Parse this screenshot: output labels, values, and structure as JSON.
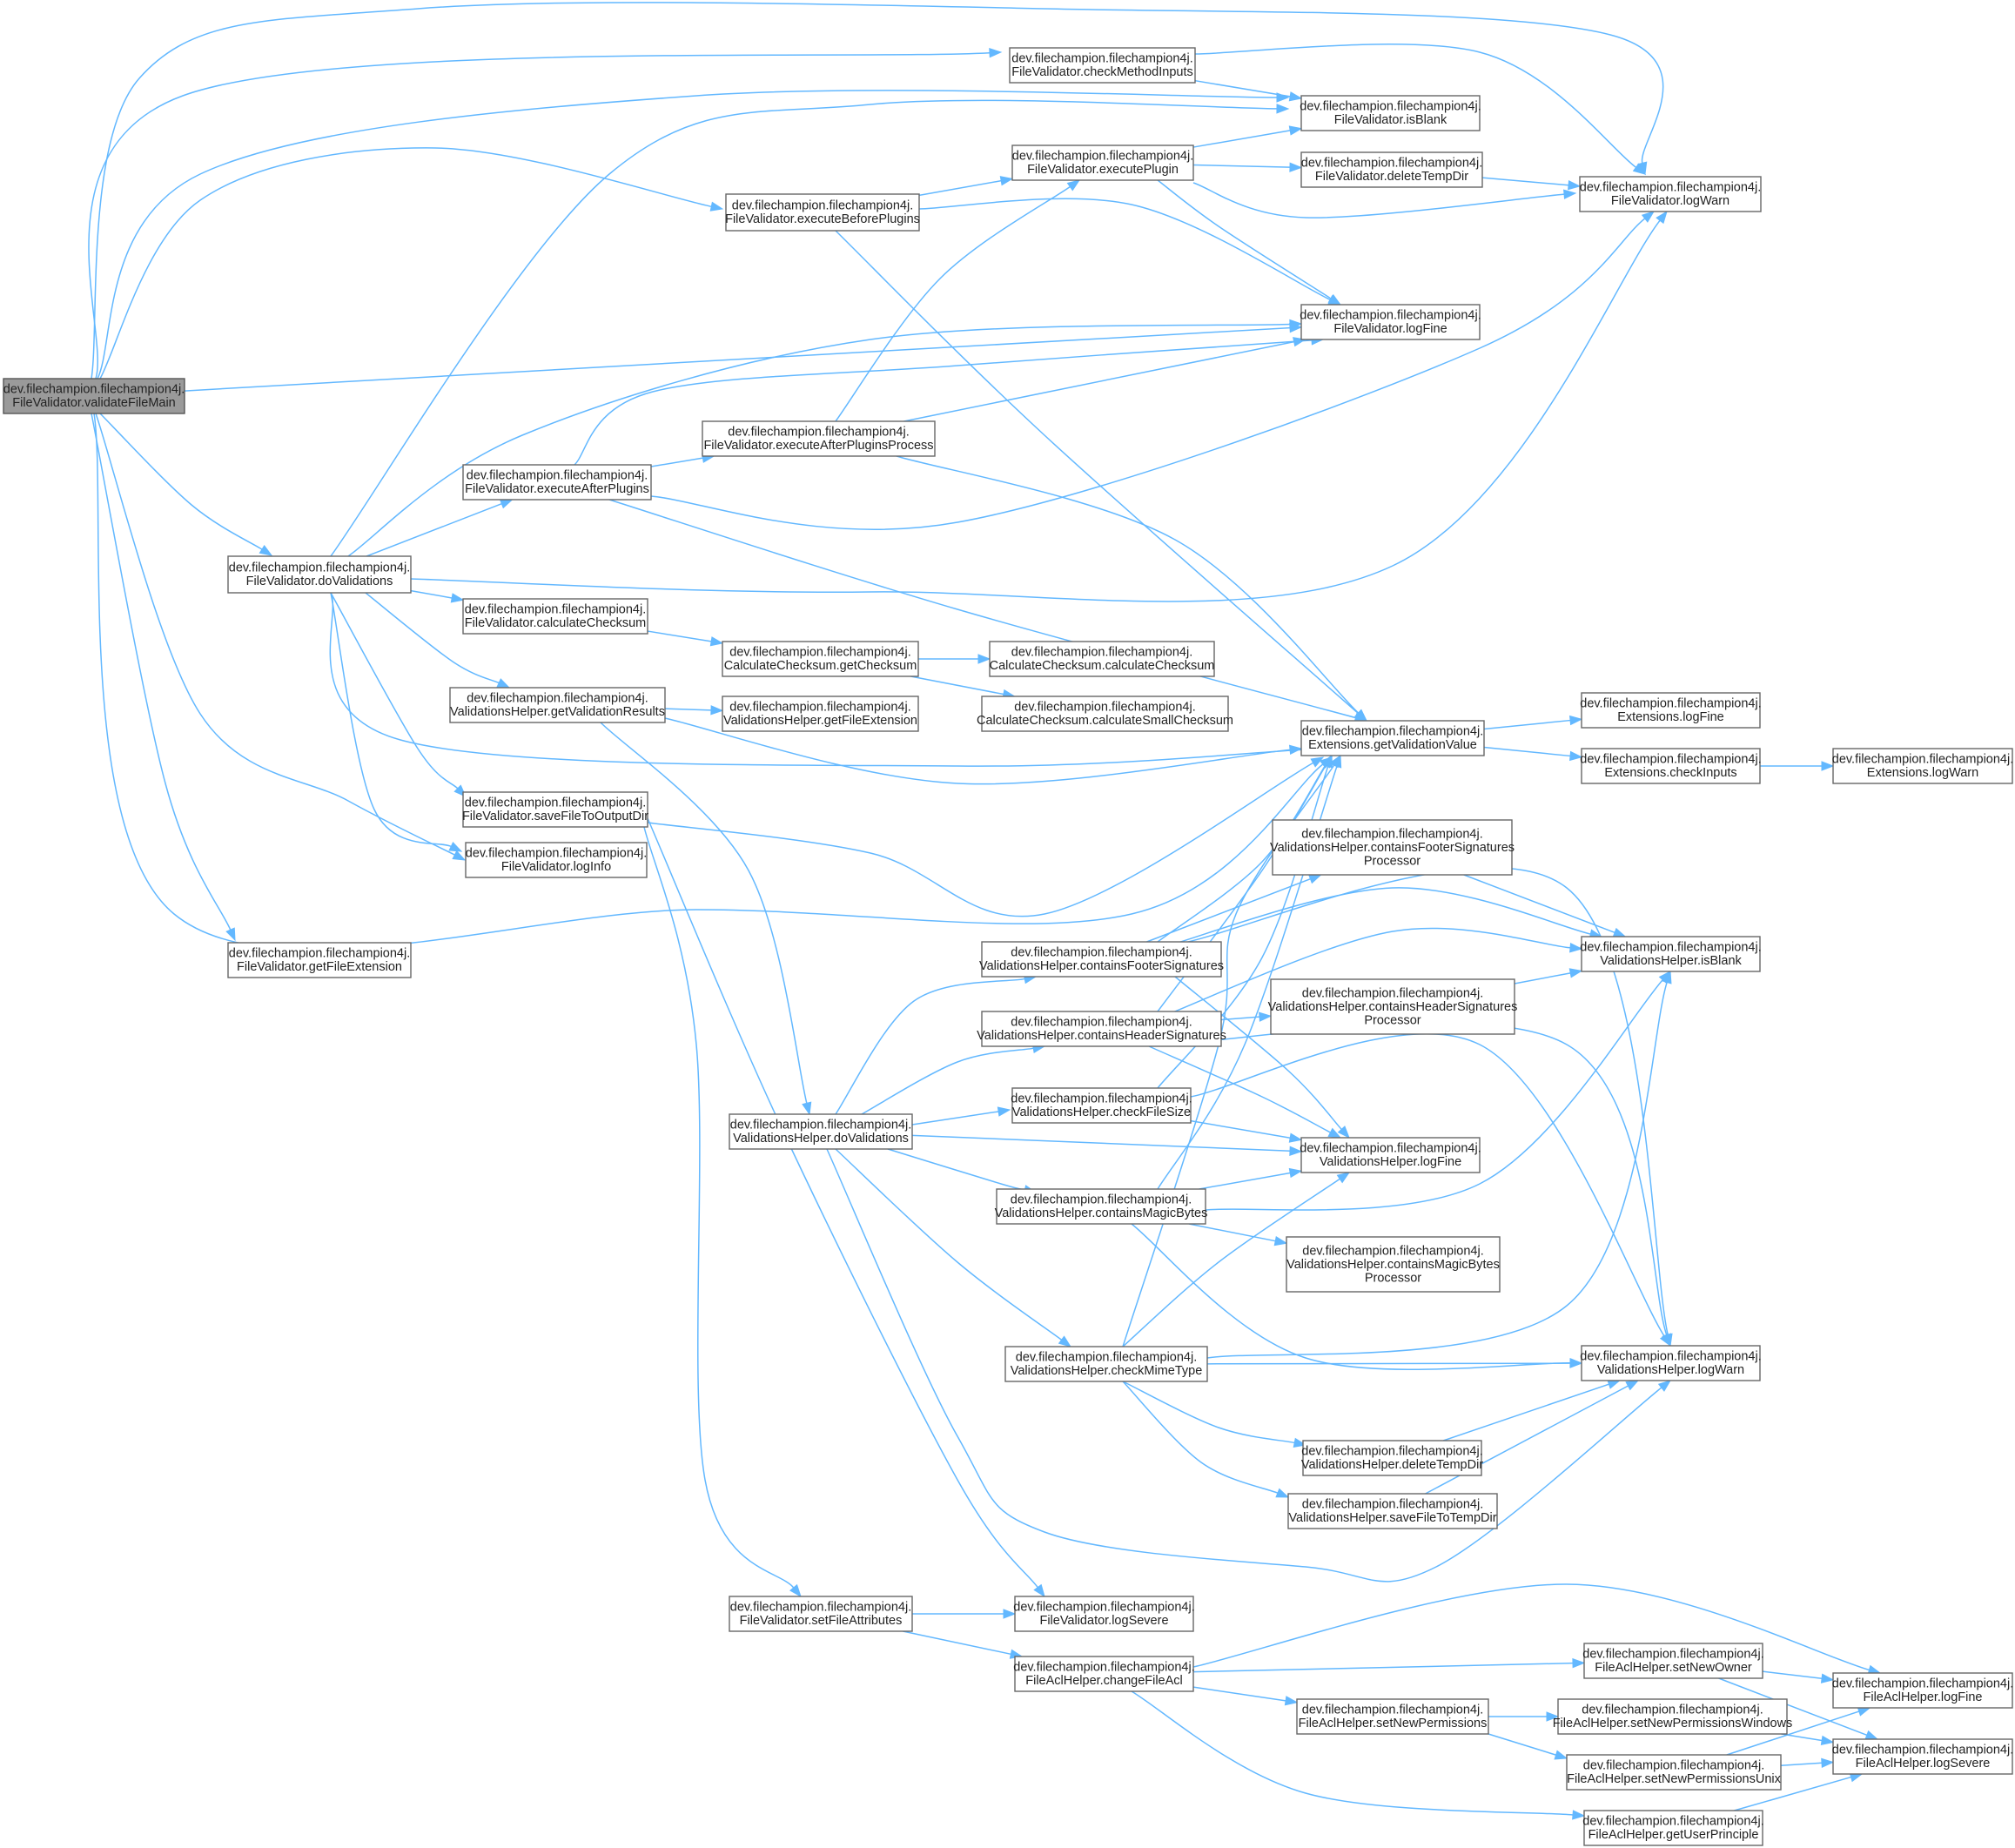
{
  "diagram": {
    "type": "call-graph",
    "colors": {
      "edge": "#63b8ff",
      "node_border": "#666666",
      "node_fill": "#ffffff",
      "root_fill": "#9a9a9a",
      "text": "#222222"
    },
    "nodes": [
      {
        "id": "n0",
        "lines": [
          "dev.filechampion.filechampion4j.",
          "FileValidator.validateFileMain"
        ],
        "root": true
      },
      {
        "id": "n1",
        "lines": [
          "dev.filechampion.filechampion4j.",
          "FileValidator.checkMethodInputs"
        ]
      },
      {
        "id": "n2",
        "lines": [
          "dev.filechampion.filechampion4j.",
          "FileValidator.isBlank"
        ]
      },
      {
        "id": "n3",
        "lines": [
          "dev.filechampion.filechampion4j.",
          "FileValidator.executePlugin"
        ]
      },
      {
        "id": "n4",
        "lines": [
          "dev.filechampion.filechampion4j.",
          "FileValidator.deleteTempDir"
        ]
      },
      {
        "id": "n5",
        "lines": [
          "dev.filechampion.filechampion4j.",
          "FileValidator.logWarn"
        ]
      },
      {
        "id": "n6",
        "lines": [
          "dev.filechampion.filechampion4j.",
          "FileValidator.executeBeforePlugins"
        ]
      },
      {
        "id": "n7",
        "lines": [
          "dev.filechampion.filechampion4j.",
          "FileValidator.logFine"
        ]
      },
      {
        "id": "n8",
        "lines": [
          "dev.filechampion.filechampion4j.",
          "FileValidator.executeAfterPluginsProcess"
        ]
      },
      {
        "id": "n9",
        "lines": [
          "dev.filechampion.filechampion4j.",
          "FileValidator.executeAfterPlugins"
        ]
      },
      {
        "id": "n10",
        "lines": [
          "dev.filechampion.filechampion4j.",
          "FileValidator.doValidations"
        ]
      },
      {
        "id": "n11",
        "lines": [
          "dev.filechampion.filechampion4j.",
          "FileValidator.calculateChecksum"
        ]
      },
      {
        "id": "n12",
        "lines": [
          "dev.filechampion.filechampion4j.",
          "CalculateChecksum.getChecksum"
        ]
      },
      {
        "id": "n13",
        "lines": [
          "dev.filechampion.filechampion4j.",
          "CalculateChecksum.calculateChecksum"
        ]
      },
      {
        "id": "n14",
        "lines": [
          "dev.filechampion.filechampion4j.",
          "ValidationsHelper.getValidationResults"
        ]
      },
      {
        "id": "n15",
        "lines": [
          "dev.filechampion.filechampion4j.",
          "ValidationsHelper.getFileExtension"
        ]
      },
      {
        "id": "n16",
        "lines": [
          "dev.filechampion.filechampion4j.",
          "CalculateChecksum.calculateSmallChecksum"
        ]
      },
      {
        "id": "n17",
        "lines": [
          "dev.filechampion.filechampion4j.",
          "Extensions.logFine"
        ]
      },
      {
        "id": "n18",
        "lines": [
          "dev.filechampion.filechampion4j.",
          "Extensions.getValidationValue"
        ]
      },
      {
        "id": "n19",
        "lines": [
          "dev.filechampion.filechampion4j.",
          "Extensions.checkInputs"
        ]
      },
      {
        "id": "n20",
        "lines": [
          "dev.filechampion.filechampion4j.",
          "Extensions.logWarn"
        ]
      },
      {
        "id": "n21",
        "lines": [
          "dev.filechampion.filechampion4j.",
          "FileValidator.saveFileToOutputDir"
        ]
      },
      {
        "id": "n22",
        "lines": [
          "dev.filechampion.filechampion4j.",
          "FileValidator.logInfo"
        ]
      },
      {
        "id": "n23",
        "lines": [
          "dev.filechampion.filechampion4j.",
          "ValidationsHelper.containsFooterSignatures",
          "Processor"
        ]
      },
      {
        "id": "n24",
        "lines": [
          "dev.filechampion.filechampion4j.",
          "FileValidator.getFileExtension"
        ]
      },
      {
        "id": "n25",
        "lines": [
          "dev.filechampion.filechampion4j.",
          "ValidationsHelper.containsFooterSignatures"
        ]
      },
      {
        "id": "n26",
        "lines": [
          "dev.filechampion.filechampion4j.",
          "ValidationsHelper.isBlank"
        ]
      },
      {
        "id": "n27",
        "lines": [
          "dev.filechampion.filechampion4j.",
          "ValidationsHelper.containsHeaderSignatures"
        ]
      },
      {
        "id": "n28",
        "lines": [
          "dev.filechampion.filechampion4j.",
          "ValidationsHelper.containsHeaderSignatures",
          "Processor"
        ]
      },
      {
        "id": "n29",
        "lines": [
          "dev.filechampion.filechampion4j.",
          "ValidationsHelper.checkFileSize"
        ]
      },
      {
        "id": "n30",
        "lines": [
          "dev.filechampion.filechampion4j.",
          "ValidationsHelper.doValidations"
        ]
      },
      {
        "id": "n31",
        "lines": [
          "dev.filechampion.filechampion4j.",
          "ValidationsHelper.logFine"
        ]
      },
      {
        "id": "n32",
        "lines": [
          "dev.filechampion.filechampion4j.",
          "ValidationsHelper.containsMagicBytes"
        ]
      },
      {
        "id": "n33",
        "lines": [
          "dev.filechampion.filechampion4j.",
          "ValidationsHelper.containsMagicBytes",
          "Processor"
        ]
      },
      {
        "id": "n34",
        "lines": [
          "dev.filechampion.filechampion4j.",
          "ValidationsHelper.checkMimeType"
        ]
      },
      {
        "id": "n35",
        "lines": [
          "dev.filechampion.filechampion4j.",
          "ValidationsHelper.logWarn"
        ]
      },
      {
        "id": "n36",
        "lines": [
          "dev.filechampion.filechampion4j.",
          "ValidationsHelper.deleteTempDir"
        ]
      },
      {
        "id": "n37",
        "lines": [
          "dev.filechampion.filechampion4j.",
          "ValidationsHelper.saveFileToTempDir"
        ]
      },
      {
        "id": "n38",
        "lines": [
          "dev.filechampion.filechampion4j.",
          "FileValidator.setFileAttributes"
        ]
      },
      {
        "id": "n39",
        "lines": [
          "dev.filechampion.filechampion4j.",
          "FileValidator.logSevere"
        ]
      },
      {
        "id": "n40",
        "lines": [
          "dev.filechampion.filechampion4j.",
          "FileAclHelper.setNewOwner"
        ]
      },
      {
        "id": "n41",
        "lines": [
          "dev.filechampion.filechampion4j.",
          "FileAclHelper.changeFileAcl"
        ]
      },
      {
        "id": "n42",
        "lines": [
          "dev.filechampion.filechampion4j.",
          "FileAclHelper.logFine"
        ]
      },
      {
        "id": "n43",
        "lines": [
          "dev.filechampion.filechampion4j.",
          "FileAclHelper.setNewPermissions"
        ]
      },
      {
        "id": "n44",
        "lines": [
          "dev.filechampion.filechampion4j.",
          "FileAclHelper.setNewPermissionsWindows"
        ]
      },
      {
        "id": "n45",
        "lines": [
          "dev.filechampion.filechampion4j.",
          "FileAclHelper.logSevere"
        ]
      },
      {
        "id": "n46",
        "lines": [
          "dev.filechampion.filechampion4j.",
          "FileAclHelper.setNewPermissionsUnix"
        ]
      },
      {
        "id": "n47",
        "lines": [
          "dev.filechampion.filechampion4j.",
          "FileAclHelper.getUserPrinciple"
        ]
      }
    ],
    "edges": [
      [
        "n0",
        "n1"
      ],
      [
        "n0",
        "n2"
      ],
      [
        "n0",
        "n5"
      ],
      [
        "n0",
        "n6"
      ],
      [
        "n0",
        "n7"
      ],
      [
        "n0",
        "n10"
      ],
      [
        "n0",
        "n18"
      ],
      [
        "n0",
        "n22"
      ],
      [
        "n0",
        "n24"
      ],
      [
        "n1",
        "n2"
      ],
      [
        "n1",
        "n5"
      ],
      [
        "n3",
        "n2"
      ],
      [
        "n3",
        "n4"
      ],
      [
        "n3",
        "n5"
      ],
      [
        "n3",
        "n7"
      ],
      [
        "n4",
        "n5"
      ],
      [
        "n6",
        "n3"
      ],
      [
        "n6",
        "n7"
      ],
      [
        "n6",
        "n18"
      ],
      [
        "n8",
        "n3"
      ],
      [
        "n8",
        "n7"
      ],
      [
        "n8",
        "n18"
      ],
      [
        "n9",
        "n8"
      ],
      [
        "n9",
        "n7"
      ],
      [
        "n9",
        "n5"
      ],
      [
        "n9",
        "n18"
      ],
      [
        "n10",
        "n2"
      ],
      [
        "n10",
        "n7"
      ],
      [
        "n10",
        "n9"
      ],
      [
        "n10",
        "n5"
      ],
      [
        "n10",
        "n11"
      ],
      [
        "n10",
        "n14"
      ],
      [
        "n10",
        "n18"
      ],
      [
        "n10",
        "n21"
      ],
      [
        "n10",
        "n22"
      ],
      [
        "n11",
        "n12"
      ],
      [
        "n12",
        "n13"
      ],
      [
        "n12",
        "n16"
      ],
      [
        "n14",
        "n15"
      ],
      [
        "n14",
        "n18"
      ],
      [
        "n14",
        "n30"
      ],
      [
        "n18",
        "n17"
      ],
      [
        "n18",
        "n19"
      ],
      [
        "n19",
        "n20"
      ],
      [
        "n21",
        "n18"
      ],
      [
        "n21",
        "n38"
      ],
      [
        "n21",
        "n39"
      ],
      [
        "n23",
        "n26"
      ],
      [
        "n25",
        "n23"
      ],
      [
        "n25",
        "n18"
      ],
      [
        "n25",
        "n26"
      ],
      [
        "n25",
        "n31"
      ],
      [
        "n25",
        "n35"
      ],
      [
        "n27",
        "n28"
      ],
      [
        "n27",
        "n18"
      ],
      [
        "n27",
        "n26"
      ],
      [
        "n27",
        "n31"
      ],
      [
        "n27",
        "n35"
      ],
      [
        "n28",
        "n26"
      ],
      [
        "n29",
        "n18"
      ],
      [
        "n29",
        "n31"
      ],
      [
        "n29",
        "n35"
      ],
      [
        "n30",
        "n25"
      ],
      [
        "n30",
        "n27"
      ],
      [
        "n30",
        "n29"
      ],
      [
        "n30",
        "n31"
      ],
      [
        "n30",
        "n32"
      ],
      [
        "n30",
        "n34"
      ],
      [
        "n30",
        "n35"
      ],
      [
        "n32",
        "n18"
      ],
      [
        "n32",
        "n31"
      ],
      [
        "n32",
        "n26"
      ],
      [
        "n32",
        "n33"
      ],
      [
        "n32",
        "n35"
      ],
      [
        "n34",
        "n18"
      ],
      [
        "n34",
        "n31"
      ],
      [
        "n34",
        "n26"
      ],
      [
        "n34",
        "n35"
      ],
      [
        "n34",
        "n36"
      ],
      [
        "n34",
        "n37"
      ],
      [
        "n36",
        "n35"
      ],
      [
        "n37",
        "n35"
      ],
      [
        "n38",
        "n39"
      ],
      [
        "n38",
        "n41"
      ],
      [
        "n40",
        "n42"
      ],
      [
        "n40",
        "n45"
      ],
      [
        "n41",
        "n42"
      ],
      [
        "n41",
        "n40"
      ],
      [
        "n41",
        "n43"
      ],
      [
        "n41",
        "n47"
      ],
      [
        "n43",
        "n44"
      ],
      [
        "n43",
        "n46"
      ],
      [
        "n44",
        "n45"
      ],
      [
        "n46",
        "n42"
      ],
      [
        "n46",
        "n45"
      ],
      [
        "n47",
        "n45"
      ]
    ]
  }
}
